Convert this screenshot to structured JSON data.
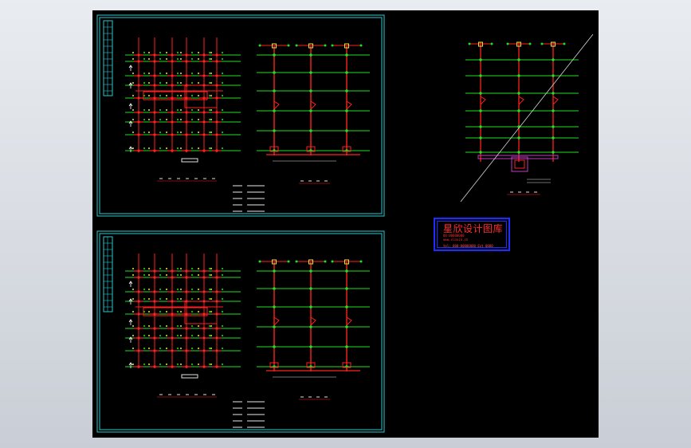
{
  "stamp": {
    "title": "星欣设计图库",
    "line1": "QQ:00000000",
    "line2": "www.xinxin.cn",
    "line3": "tel: 000-00000000 Ext 0000"
  },
  "colors": {
    "background": "#000000",
    "frame": "#29c7cf",
    "pipe": "#ff2020",
    "floor": "#20e020",
    "node": "#f0e040",
    "stamp_border": "#1f2cff",
    "stamp_text": "#ff2b2b"
  },
  "icons": [
    "title-block",
    "riser-diagram",
    "floor-plan-diagram",
    "diagonal-cut-line"
  ]
}
